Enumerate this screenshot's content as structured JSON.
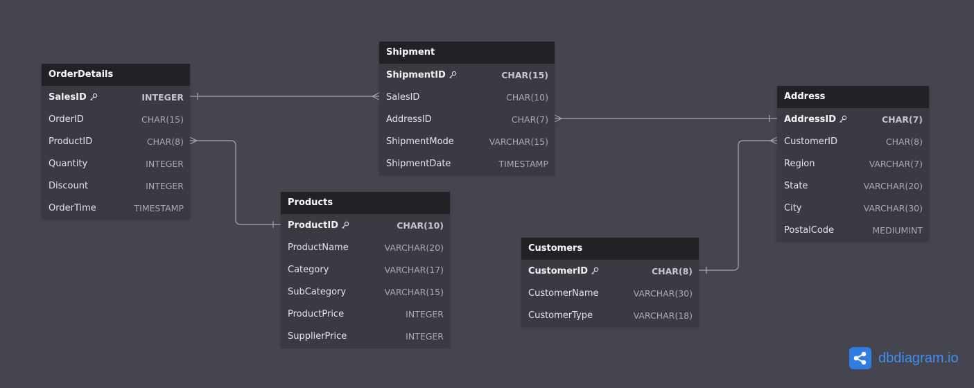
{
  "colors": {
    "background": "#45454f",
    "table_header": "#222226",
    "table_body": "#3a3a42",
    "link_line": "#a7a7b0",
    "brand": "#2f7de1"
  },
  "tables": {
    "orderdetails": {
      "name": "OrderDetails",
      "fields": [
        {
          "name": "SalesID",
          "type": "INTEGER",
          "pk": true
        },
        {
          "name": "OrderID",
          "type": "CHAR(15)"
        },
        {
          "name": "ProductID",
          "type": "CHAR(8)"
        },
        {
          "name": "Quantity",
          "type": "INTEGER"
        },
        {
          "name": "Discount",
          "type": "INTEGER"
        },
        {
          "name": "OrderTime",
          "type": "TIMESTAMP"
        }
      ]
    },
    "shipment": {
      "name": "Shipment",
      "fields": [
        {
          "name": "ShipmentID",
          "type": "CHAR(15)",
          "pk": true
        },
        {
          "name": "SalesID",
          "type": "CHAR(10)"
        },
        {
          "name": "AddressID",
          "type": "CHAR(7)"
        },
        {
          "name": "ShipmentMode",
          "type": "VARCHAR(15)"
        },
        {
          "name": "ShipmentDate",
          "type": "TIMESTAMP"
        }
      ]
    },
    "products": {
      "name": "Products",
      "fields": [
        {
          "name": "ProductID",
          "type": "CHAR(10)",
          "pk": true
        },
        {
          "name": "ProductName",
          "type": "VARCHAR(20)"
        },
        {
          "name": "Category",
          "type": "VARCHAR(17)"
        },
        {
          "name": "SubCategory",
          "type": "VARCHAR(15)"
        },
        {
          "name": "ProductPrice",
          "type": "INTEGER"
        },
        {
          "name": "SupplierPrice",
          "type": "INTEGER"
        }
      ]
    },
    "address": {
      "name": "Address",
      "fields": [
        {
          "name": "AddressID",
          "type": "CHAR(7)",
          "pk": true
        },
        {
          "name": "CustomerID",
          "type": "CHAR(8)"
        },
        {
          "name": "Region",
          "type": "VARCHAR(7)"
        },
        {
          "name": "State",
          "type": "VARCHAR(20)"
        },
        {
          "name": "City",
          "type": "VARCHAR(30)"
        },
        {
          "name": "PostalCode",
          "type": "MEDIUMINT"
        }
      ]
    },
    "customers": {
      "name": "Customers",
      "fields": [
        {
          "name": "CustomerID",
          "type": "CHAR(8)",
          "pk": true
        },
        {
          "name": "CustomerName",
          "type": "VARCHAR(30)"
        },
        {
          "name": "CustomerType",
          "type": "VARCHAR(18)"
        }
      ]
    }
  },
  "relationships": [
    {
      "one": "OrderDetails.SalesID",
      "many": "Shipment.SalesID"
    },
    {
      "one": "Products.ProductID",
      "many": "OrderDetails.ProductID"
    },
    {
      "one": "Address.AddressID",
      "many": "Shipment.AddressID"
    },
    {
      "one": "Customers.CustomerID",
      "many": "Address.CustomerID"
    }
  ],
  "logo": {
    "icon": "share-nodes-icon",
    "text": "dbdiagram.io"
  }
}
